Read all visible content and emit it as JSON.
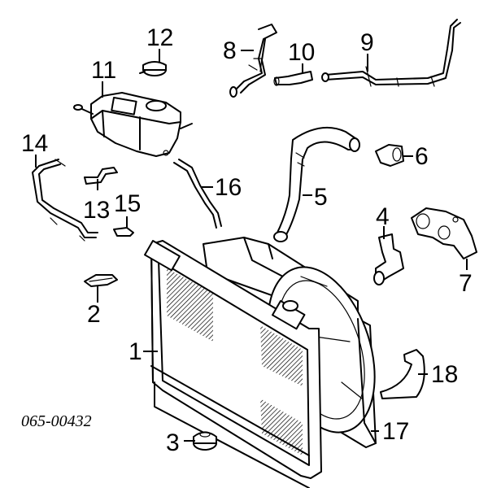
{
  "diagram": {
    "callouts": {
      "c1": "1",
      "c2": "2",
      "c3": "3",
      "c4": "4",
      "c5": "5",
      "c6": "6",
      "c7": "7",
      "c8": "8",
      "c9": "9",
      "c10": "10",
      "c11": "11",
      "c12": "12",
      "c13": "13",
      "c14": "14",
      "c15": "15",
      "c16": "16",
      "c17": "17",
      "c18": "18"
    },
    "figure_code": "065-00432"
  }
}
